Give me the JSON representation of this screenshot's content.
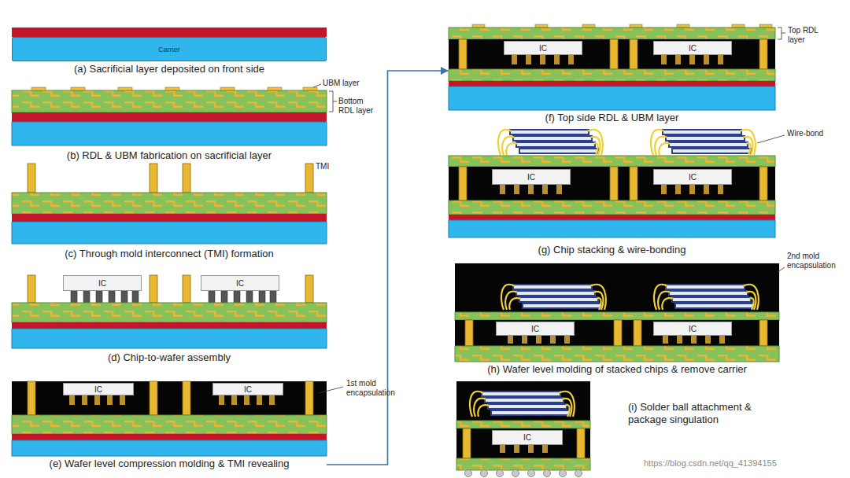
{
  "diagram": {
    "nodes": [
      {
        "text": [
          "(a) Sacrificial layer deposited on front side"
        ]
      },
      {
        "text": [
          "Carrier"
        ],
        "in": 0
      },
      {
        "text": [
          "(b) RDL & UBM fabrication on sacrificial layer"
        ]
      },
      {
        "text": [
          "(c) Through mold interconnect (TMI) formation"
        ]
      },
      {
        "text": [
          "(d) Chip-to-wafer assembly"
        ]
      },
      {
        "text": [
          "IC"
        ],
        "in": 4
      },
      {
        "text": [
          "IC"
        ],
        "in": 4
      },
      {
        "text": [
          "(e) Wafer level compression molding & TMI revealing"
        ]
      },
      {
        "text": [
          "IC"
        ],
        "in": 7
      },
      {
        "text": [
          "IC"
        ],
        "in": 7
      },
      {
        "text": [
          "(f) Top side RDL & UBM layer"
        ]
      },
      {
        "text": [
          "IC"
        ],
        "in": 10
      },
      {
        "text": [
          "IC"
        ],
        "in": 10
      },
      {
        "text": [
          "(g) Chip stacking & wire-bonding"
        ]
      },
      {
        "text": [
          "IC"
        ],
        "in": 13
      },
      {
        "text": [
          "IC"
        ],
        "in": 13
      },
      {
        "text": [
          "(h) Wafer level molding of stacked chips & remove carrier"
        ]
      },
      {
        "text": [
          "IC"
        ],
        "in": 16
      },
      {
        "text": [
          "IC"
        ],
        "in": 16
      },
      {
        "text": [
          "(i) Solder ball attachment & package singulation"
        ]
      },
      {
        "text": [
          "IC"
        ],
        "in": 19
      }
    ],
    "edges": [
      {
        "from": 7,
        "to": 10,
        "arrow": "to"
      }
    ],
    "labels": [
      "UBM layer",
      "Bottom RDL layer",
      "TMI",
      "1st mold encapsulation",
      "Top RDL layer",
      "Wire-bond",
      "2nd mold encapsulation",
      "https://blog.csdn.net/qq_41394155"
    ]
  }
}
